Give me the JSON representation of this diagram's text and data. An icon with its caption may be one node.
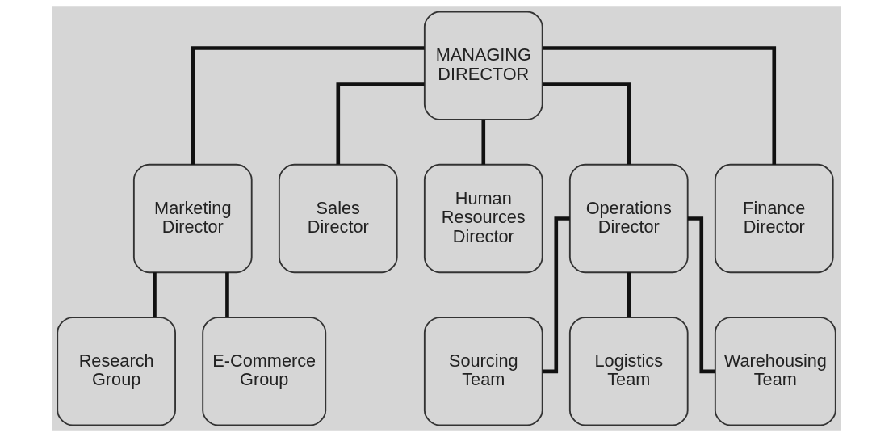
{
  "diagram": {
    "nodes": [
      {
        "text": [
          "MANAGING DIRECTOR"
        ]
      },
      {
        "text": [
          "Marketing Director"
        ]
      },
      {
        "text": [
          "Sales Director"
        ]
      },
      {
        "text": [
          "Human Resources Director"
        ]
      },
      {
        "text": [
          "Operations Director"
        ]
      },
      {
        "text": [
          "Finance Director"
        ]
      },
      {
        "text": [
          "Research Group"
        ]
      },
      {
        "text": [
          "E-Commerce Group"
        ]
      },
      {
        "text": [
          "Sourcing Team"
        ]
      },
      {
        "text": [
          "Logistics Team"
        ]
      },
      {
        "text": [
          "Warehousing Team"
        ]
      }
    ],
    "edges": [
      {
        "from": 0,
        "to": 1,
        "arrow": "none"
      },
      {
        "from": 0,
        "to": 2,
        "arrow": "none"
      },
      {
        "from": 0,
        "to": 3,
        "arrow": "none"
      },
      {
        "from": 0,
        "to": 4,
        "arrow": "none"
      },
      {
        "from": 0,
        "to": 5,
        "arrow": "none"
      },
      {
        "from": 1,
        "to": 6,
        "arrow": "none"
      },
      {
        "from": 1,
        "to": 7,
        "arrow": "none"
      },
      {
        "from": 4,
        "to": 8,
        "arrow": "none"
      },
      {
        "from": 4,
        "to": 9,
        "arrow": "none"
      },
      {
        "from": 4,
        "to": 10,
        "arrow": "none"
      }
    ]
  }
}
